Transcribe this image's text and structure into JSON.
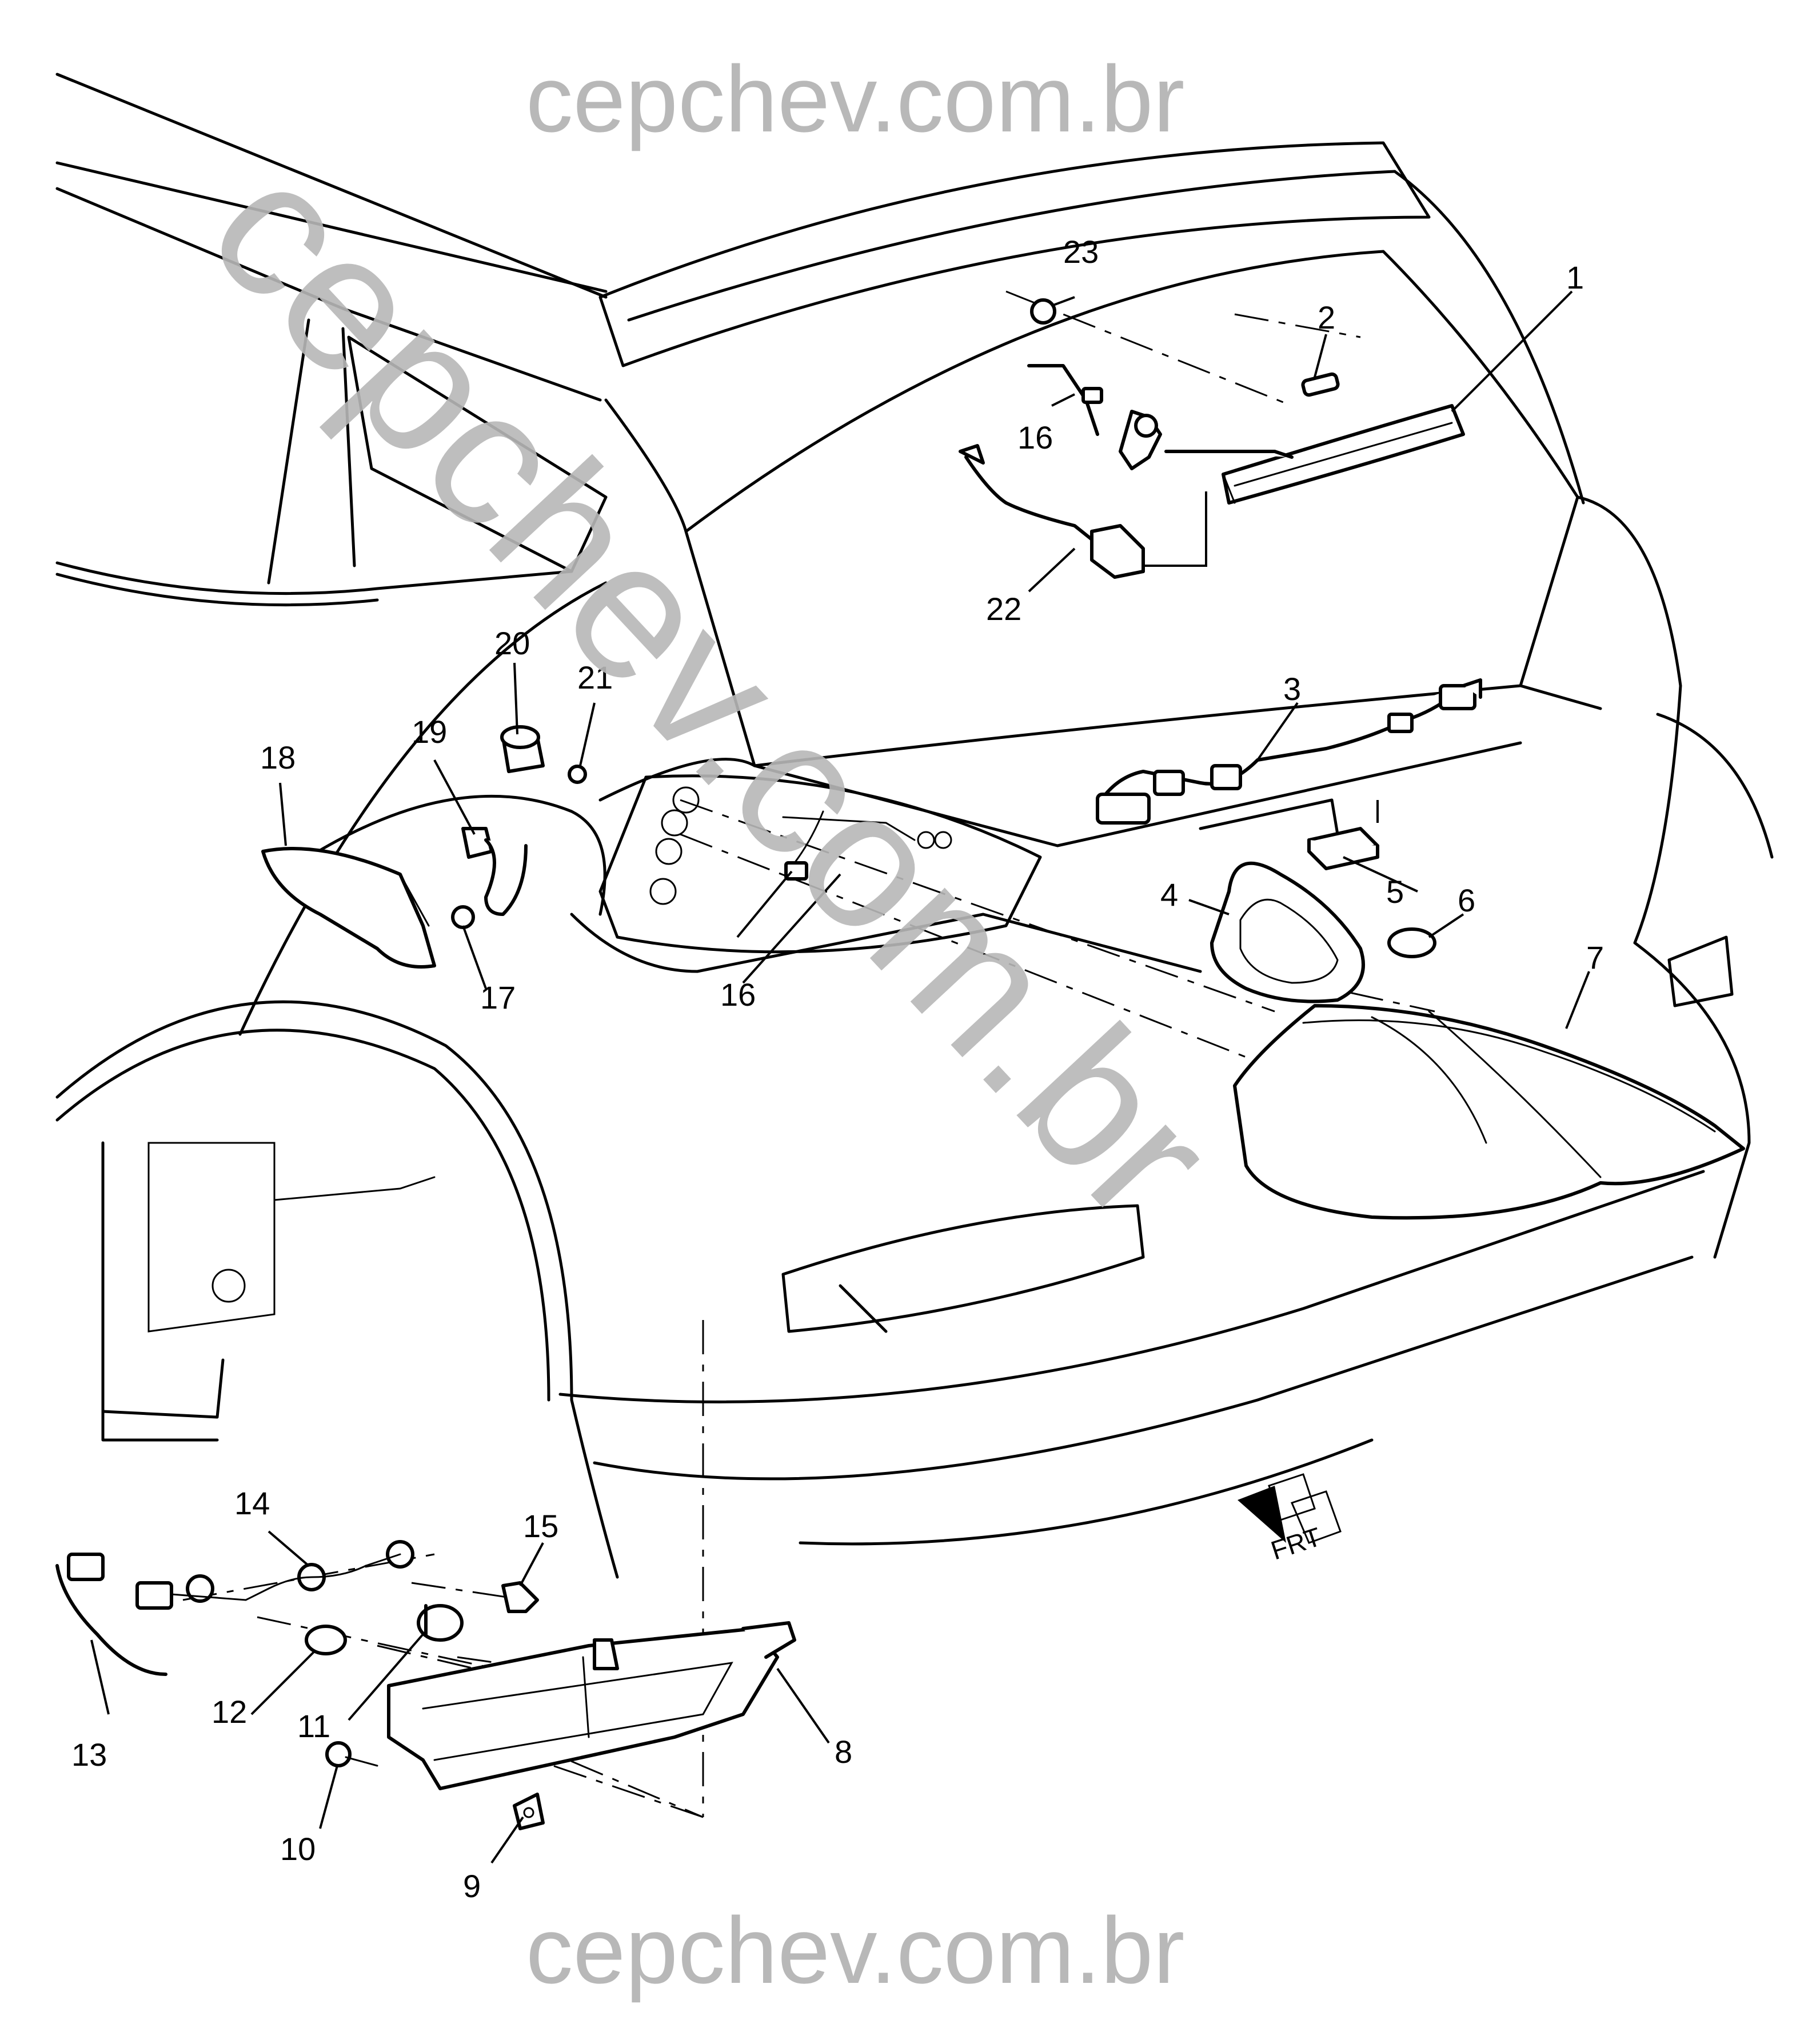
{
  "watermark": {
    "top": "cepchev.com.br",
    "bottom": "cepchev.com.br",
    "diagonal": "cepchev.com.br",
    "color": "#b8b8b8"
  },
  "direction_marker": {
    "label": "FRT",
    "icon": "front-arrow-icon"
  },
  "callouts": {
    "c1": "1",
    "c2": "2",
    "c3": "3",
    "c4": "4",
    "c5": "5",
    "c6": "6",
    "c7": "7",
    "c8": "8",
    "c9": "9",
    "c10": "10",
    "c11": "11",
    "c12": "12",
    "c13": "13",
    "c14": "14",
    "c15": "15",
    "c16a": "16",
    "c16b": "16",
    "c17": "17",
    "c18": "18",
    "c19": "19",
    "c20": "20",
    "c21": "21",
    "c22": "22",
    "c23": "23"
  }
}
